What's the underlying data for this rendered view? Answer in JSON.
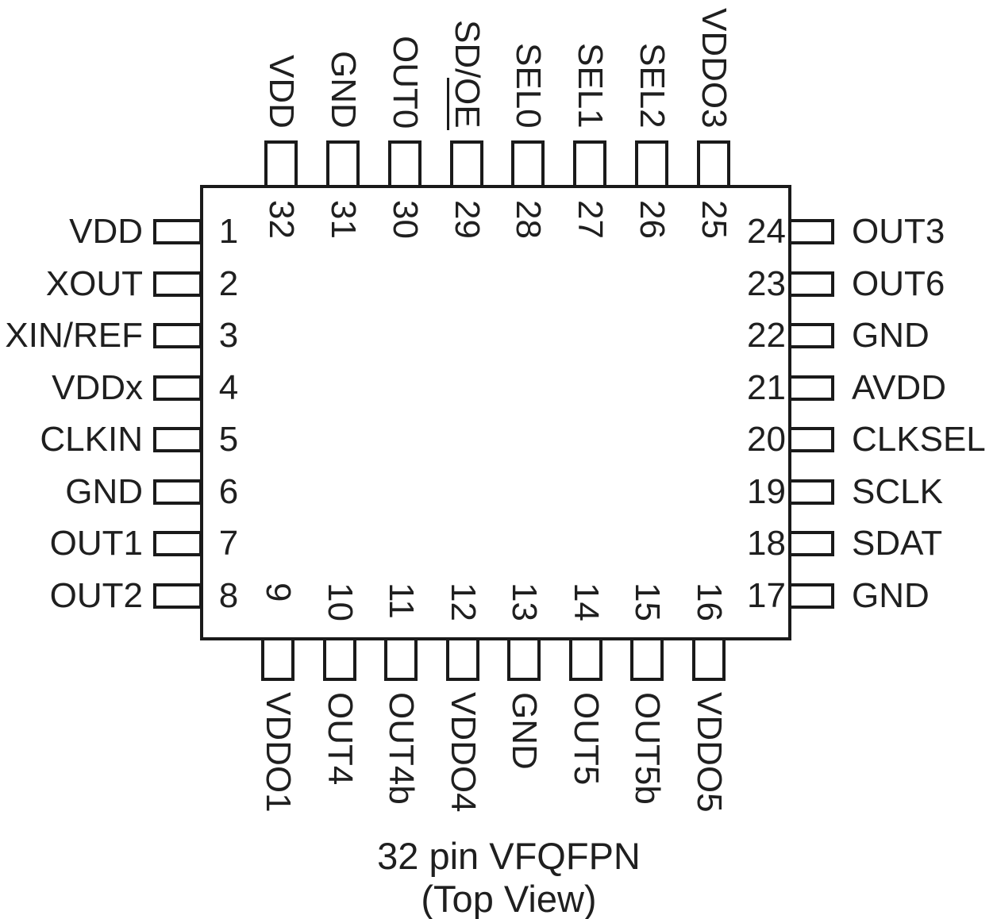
{
  "diagram": {
    "caption_line1": "32 pin VFQFPN",
    "caption_line2": "(Top View)",
    "colors": {
      "line": "#1a1a1a",
      "text": "#1f1f1f",
      "background": "#ffffff"
    },
    "pins": {
      "left": [
        {
          "num": "1",
          "label": "VDD"
        },
        {
          "num": "2",
          "label": "XOUT"
        },
        {
          "num": "3",
          "label": "XIN/REF"
        },
        {
          "num": "4",
          "label": "VDDx"
        },
        {
          "num": "5",
          "label": "CLKIN"
        },
        {
          "num": "6",
          "label": "GND"
        },
        {
          "num": "7",
          "label": "OUT1"
        },
        {
          "num": "8",
          "label": "OUT2"
        }
      ],
      "right": [
        {
          "num": "24",
          "label": "OUT3"
        },
        {
          "num": "23",
          "label": "OUT6"
        },
        {
          "num": "22",
          "label": "GND"
        },
        {
          "num": "21",
          "label": "AVDD"
        },
        {
          "num": "20",
          "label": "CLKSEL"
        },
        {
          "num": "19",
          "label": "SCLK"
        },
        {
          "num": "18",
          "label": "SDAT"
        },
        {
          "num": "17",
          "label": "GND"
        }
      ],
      "top": [
        {
          "num": "32",
          "label": "VDD"
        },
        {
          "num": "31",
          "label": "GND"
        },
        {
          "num": "30",
          "label": "OUT0"
        },
        {
          "num": "29",
          "label": "SD/OE",
          "label_prefix": "SD/",
          "label_overlined": "OE"
        },
        {
          "num": "28",
          "label": "SEL0"
        },
        {
          "num": "27",
          "label": "SEL1"
        },
        {
          "num": "26",
          "label": "SEL2"
        },
        {
          "num": "25",
          "label": "VDDO3"
        }
      ],
      "bottom": [
        {
          "num": "9",
          "label": "VDDO1"
        },
        {
          "num": "10",
          "label": "OUT4"
        },
        {
          "num": "11",
          "label": "OUT4b"
        },
        {
          "num": "12",
          "label": "VDDO4"
        },
        {
          "num": "13",
          "label": "GND"
        },
        {
          "num": "14",
          "label": "OUT5"
        },
        {
          "num": "15",
          "label": "OUT5b"
        },
        {
          "num": "16",
          "label": "VDDO5"
        }
      ]
    }
  }
}
